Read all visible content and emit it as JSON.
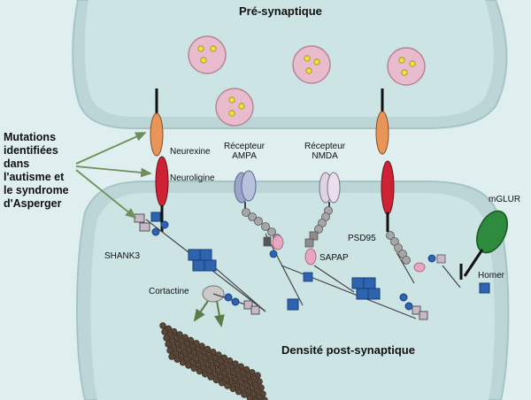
{
  "labels": {
    "presynaptic": "Pré-synaptique",
    "postsynaptic": "Densité post-synaptique",
    "mutations": [
      "Mutations",
      "identifiées",
      "dans",
      "l'autisme et",
      "le syndrome",
      "d'Asperger"
    ],
    "neurexine": "Neurexine",
    "neuroligine": "Neuroligine",
    "ampa": [
      "Récepteur",
      "AMPA"
    ],
    "nmda": [
      "Récepteur",
      "NMDA"
    ],
    "shank3": "SHANK3",
    "sapap": "SAPAP",
    "psd95": "PSD95",
    "cortactine": "Cortactine",
    "mglur": "mGLUR",
    "homer": "Homer"
  },
  "colors": {
    "background": "#dfeeee",
    "membrane": "#bcd6d8",
    "cytoplasm": "#cce3e4",
    "vesicle": "#e8bccd",
    "neurexin": "#e8955a",
    "neuroligin": "#cc2233",
    "scaffold_blue": "#2e63b0",
    "arrow": "#6f8f5a",
    "mglur": "#2e8b3e",
    "pink_domain": "#e8a6c0"
  }
}
